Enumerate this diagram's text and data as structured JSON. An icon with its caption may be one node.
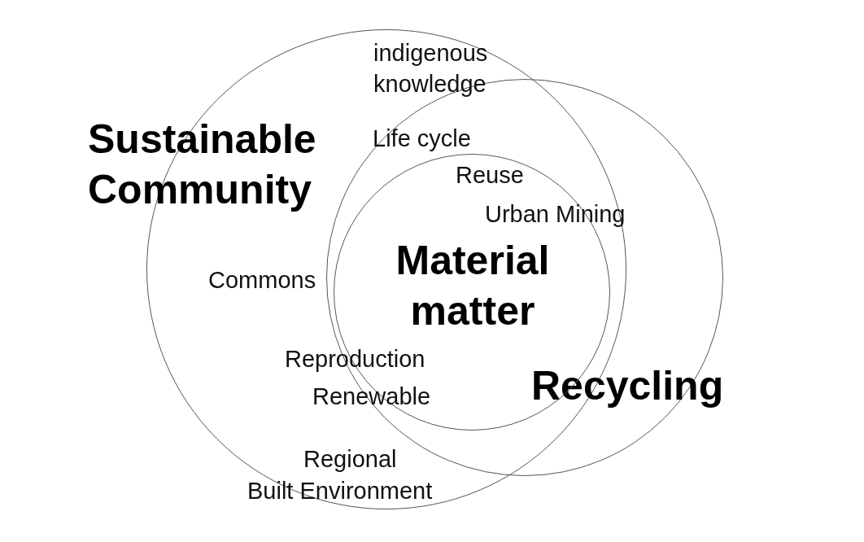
{
  "diagram": {
    "nodes": [
      {
        "text": [
          "Sustainable Community"
        ]
      },
      {
        "text": [
          "Recycling"
        ]
      },
      {
        "text": [
          "Material matter"
        ]
      }
    ],
    "labels": [
      "indigenous knowledge",
      "Life cycle",
      "Reuse",
      "Urban Mining",
      "Commons",
      "Reproduction",
      "Renewable",
      "Regional",
      "Built Environment"
    ]
  }
}
